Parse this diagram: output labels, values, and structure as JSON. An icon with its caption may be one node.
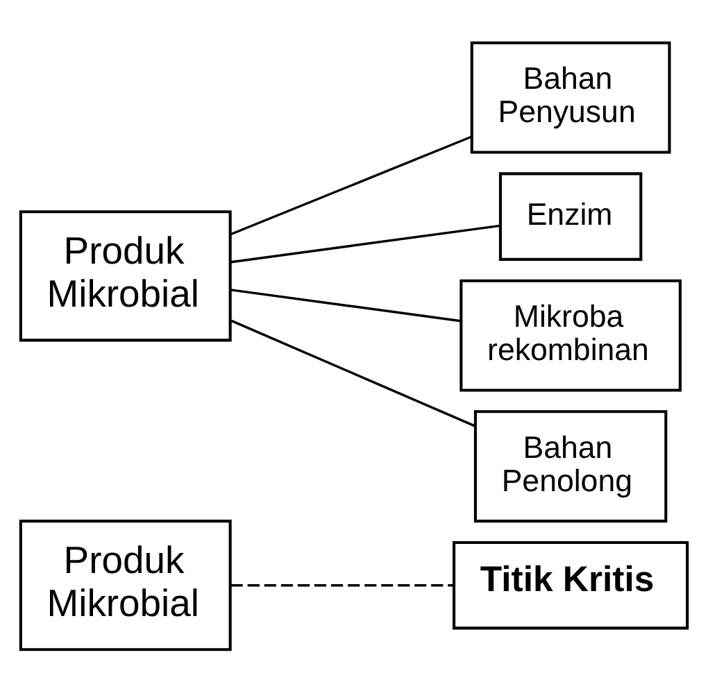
{
  "diagram": {
    "nodes": [
      {
        "text": [
          "Produk Mikrobial"
        ]
      },
      {
        "text": [
          "Titik Kritis"
        ]
      },
      {
        "text": [
          "Produk Mikrobial"
        ]
      },
      {
        "text": [
          "Bahan Penyusun"
        ]
      },
      {
        "text": [
          "Enzim"
        ]
      },
      {
        "text": [
          "Mikroba rekombinan"
        ]
      },
      {
        "text": [
          "Bahan Penolong"
        ]
      }
    ],
    "edges": [
      {
        "from": 0,
        "to": 1,
        "arrow": "none",
        "style": "dashed"
      },
      {
        "from": 2,
        "to": 3,
        "arrow": "none"
      },
      {
        "from": 2,
        "to": 4,
        "arrow": "none"
      },
      {
        "from": 2,
        "to": 5,
        "arrow": "none"
      },
      {
        "from": 2,
        "to": 6,
        "arrow": "none"
      }
    ]
  }
}
